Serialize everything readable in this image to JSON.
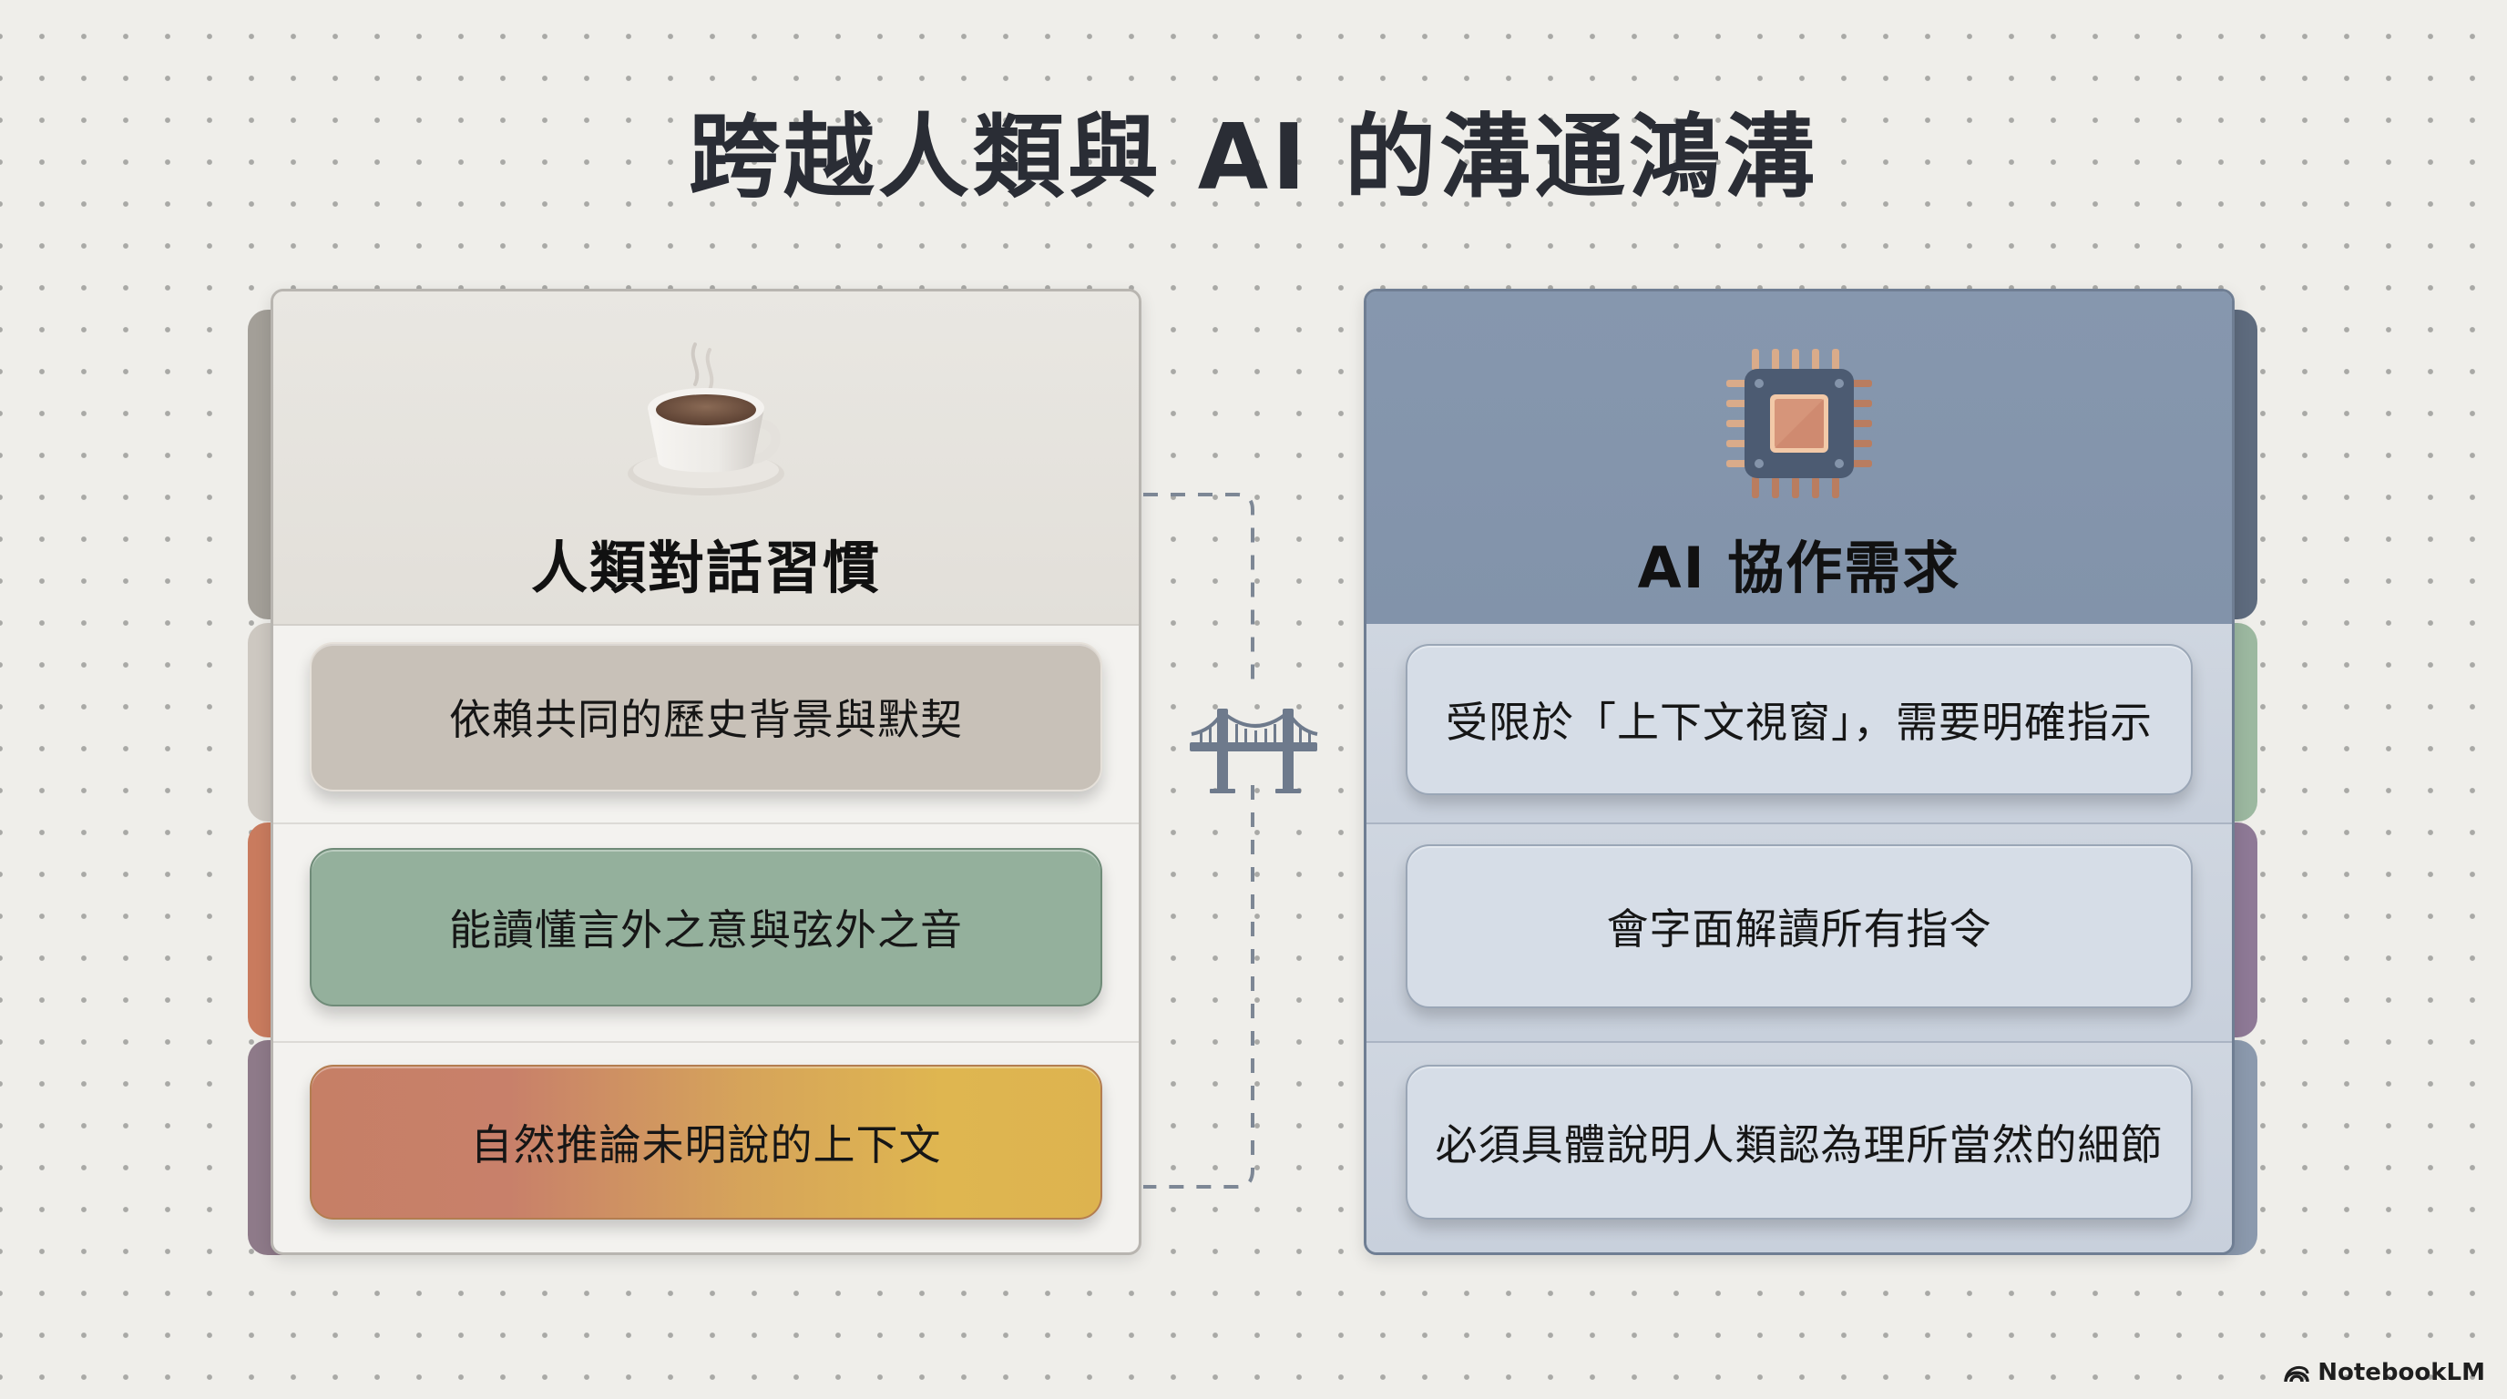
{
  "title": "跨越人類與 AI 的溝通鴻溝",
  "left_card": {
    "icon": "coffee-cup-icon",
    "heading": "人類對話習慣",
    "header_color": "#e6e3dd",
    "items": [
      {
        "label": "依賴共同的歷史背景與默契",
        "color": "#c8c1b8"
      },
      {
        "label": "能讀懂言外之意與弦外之音",
        "color": "#93b09c"
      },
      {
        "label": "自然推論未明說的上下文",
        "color_start": "#c97d62",
        "color_end": "#dfb650"
      }
    ],
    "tab_colors": [
      "#a29e97",
      "#cdc7c0",
      "#c97b5e",
      "#8f7a8a"
    ]
  },
  "right_card": {
    "icon": "cpu-chip-icon",
    "heading": "AI 協作需求",
    "header_color": "#8395ad",
    "items": [
      {
        "label": "受限於「上下文視窗」，需要明確指示"
      },
      {
        "label": "會字面解讀所有指令"
      },
      {
        "label": "必須具體說明人類認為理所當然的細節"
      }
    ],
    "tab_colors": [
      "#5f6c7f",
      "#9bb79f",
      "#8f7a95",
      "#8a98ac"
    ]
  },
  "connector": {
    "icon": "bridge-icon",
    "color": "#6e7a8c"
  },
  "brand": {
    "label": "NotebookLM"
  }
}
